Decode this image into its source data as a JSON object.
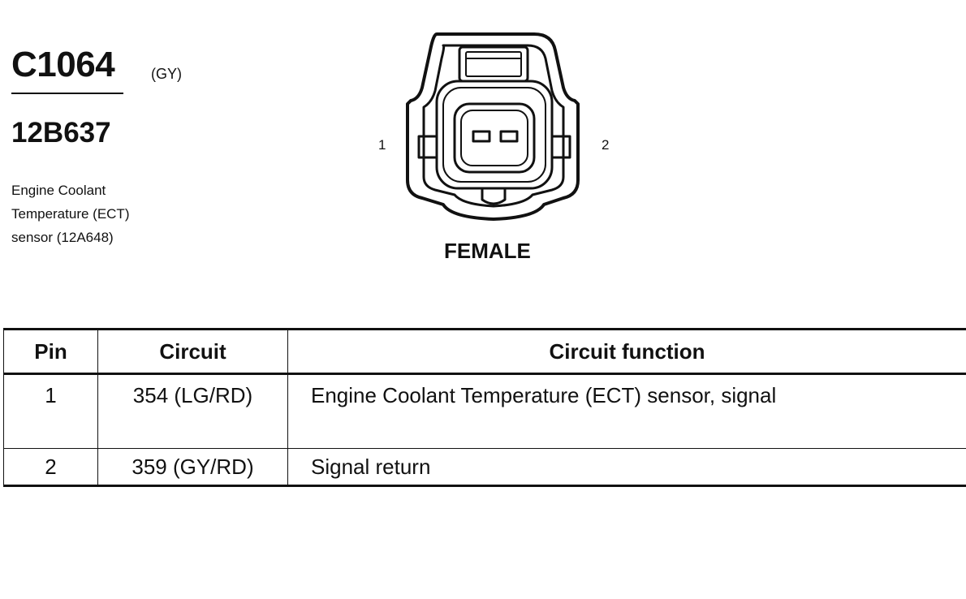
{
  "connector": {
    "id": "C1064",
    "color": "(GY)",
    "part_number": "12B637",
    "description_lines": [
      "Engine Coolant",
      "Temperature (ECT)",
      "sensor (12A648)"
    ]
  },
  "diagram": {
    "pin_labels": [
      "1",
      "2"
    ],
    "gender": "FEMALE"
  },
  "table": {
    "headers": [
      "Pin",
      "Circuit",
      "Circuit function"
    ],
    "rows": [
      {
        "pin": "1",
        "circuit": "354 (LG/RD)",
        "function": "Engine Coolant Temperature (ECT) sensor, signal"
      },
      {
        "pin": "2",
        "circuit": "359 (GY/RD)",
        "function": "Signal return"
      }
    ]
  }
}
